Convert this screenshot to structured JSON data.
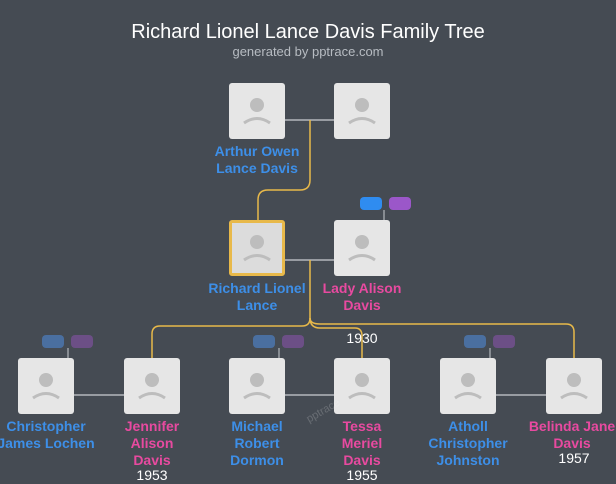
{
  "title": "Richard Lionel Lance Davis Family Tree",
  "subtitle": "generated by pptrace.com",
  "colors": {
    "background": "#454b53",
    "male": "#3d8fe8",
    "female": "#e84aa0",
    "highlight_line": "#e8b94a"
  },
  "people": {
    "arthur": {
      "name": "Arthur Owen Lance Davis"
    },
    "richard": {
      "name": "Richard Lionel Lance"
    },
    "alison": {
      "name": "Lady Alison Davis",
      "year": "1930"
    },
    "christopher_lochen": {
      "name": "Christopher James Lochen"
    },
    "jennifer": {
      "name": "Jennifer Alison Davis",
      "year": "1953"
    },
    "michael": {
      "name": "Michael Robert Dormon"
    },
    "tessa": {
      "name": "Tessa Meriel Davis",
      "year": "1955"
    },
    "atholl": {
      "name": "Atholl Christopher Johnston"
    },
    "belinda": {
      "name": "Belinda Jane Davis",
      "year": "1957"
    }
  },
  "watermark": "pptrace"
}
